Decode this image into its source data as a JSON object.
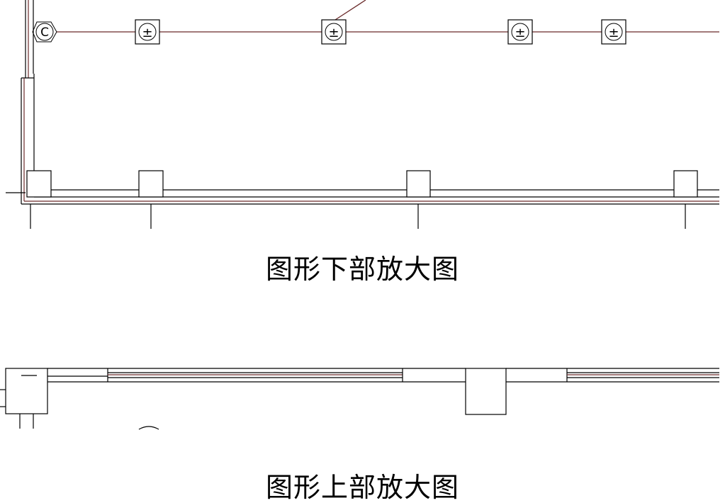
{
  "captions": {
    "bottom": "图形下部放大图",
    "top": "图形上部放大图"
  },
  "symbols": {
    "conduit_mark": "C",
    "outlet_mark": "±"
  },
  "colors": {
    "wire": "#6b2b2b",
    "outline": "#000000",
    "background": "#ffffff"
  }
}
